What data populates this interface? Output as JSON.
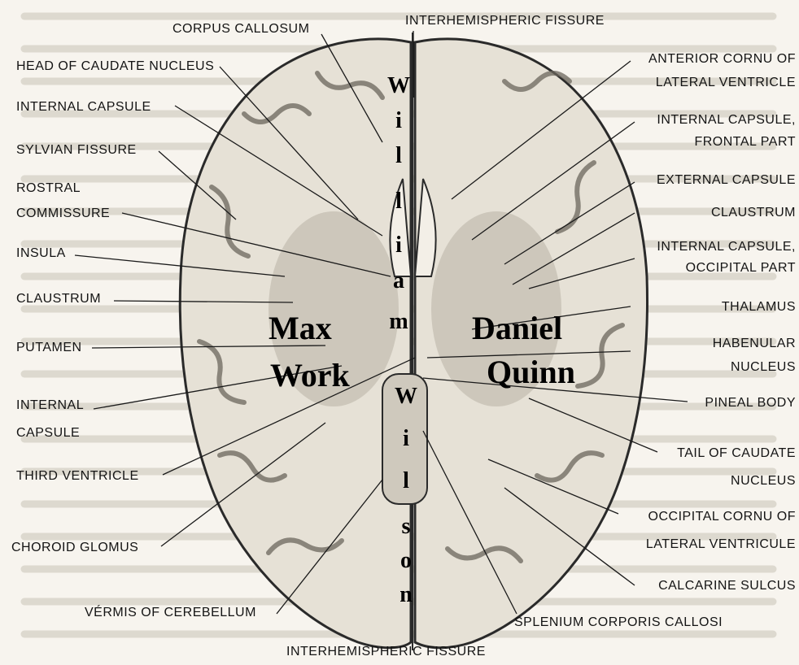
{
  "labels": {
    "corpus_callosum": "CORPUS CALLOSUM",
    "interhemispheric_top": "INTERHEMISPHERIC  FISSURE",
    "head_caudate": "HEAD OF CAUDATE NUCLEUS",
    "internal_capsule_top": "INTERNAL CAPSULE",
    "sylvian_fissure": "SYLVIAN  FISSURE",
    "rostral_1": "ROSTRAL",
    "rostral_2": "COMMISSURE",
    "insula": "INSULA",
    "claustrum_left": "CLAUSTRUM",
    "putamen": "PUTAMEN",
    "internal_capsule_left_1": "INTERNAL",
    "internal_capsule_left_2": "CAPSULE",
    "third_ventricle": "THIRD VENTRICLE",
    "choroid_glomus": "CHOROID GLOMUS",
    "vermis": "VÉRMIS OF CEREBELLUM",
    "interhemispheric_bottom": "INTERHEMISPHERIC FISSURE",
    "anterior_cornu_1": "ANTERIOR CORNU OF",
    "anterior_cornu_2": "LATERAL VENTRICLE",
    "internal_capsule_frontal_1": "INTERNAL CAPSULE,",
    "internal_capsule_frontal_2": "FRONTAL PART",
    "external_capsule": "EXTERNAL CAPSULE",
    "claustrum_right": "CLAUSTRUM",
    "internal_capsule_occipital_1": "INTERNAL CAPSULE,",
    "internal_capsule_occipital_2": "OCCIPITAL PART",
    "thalamus": "THALAMUS",
    "habenular_1": "HABENULAR",
    "habenular_2": "NUCLEUS",
    "pineal": "PINEAL BODY",
    "tail_caudate_1": "TAIL OF CAUDATE",
    "tail_caudate_2": "NUCLEUS",
    "occipital_cornu_1": "OCCIPITAL CORNU OF",
    "occipital_cornu_2": "LATERAL VENTRICULE",
    "calcarine": "CALCARINE SULCUS",
    "splenium": "SPLENIUM CORPORIS CALLOSI"
  },
  "overlay_names": {
    "max_1": "Max",
    "max_2": "Work",
    "daniel_1": "Daniel",
    "daniel_2": "Quinn",
    "william_letters": [
      "W",
      "i",
      "l",
      "l",
      "i",
      "a",
      "m"
    ],
    "wilson_letters": [
      "W",
      "i",
      "l",
      "s",
      "o",
      "n"
    ]
  },
  "colors": {
    "background": "#f7f4ee",
    "cortex": "#e6e1d6",
    "gray_matter": "#b8b2a6",
    "ink": "#141414"
  }
}
